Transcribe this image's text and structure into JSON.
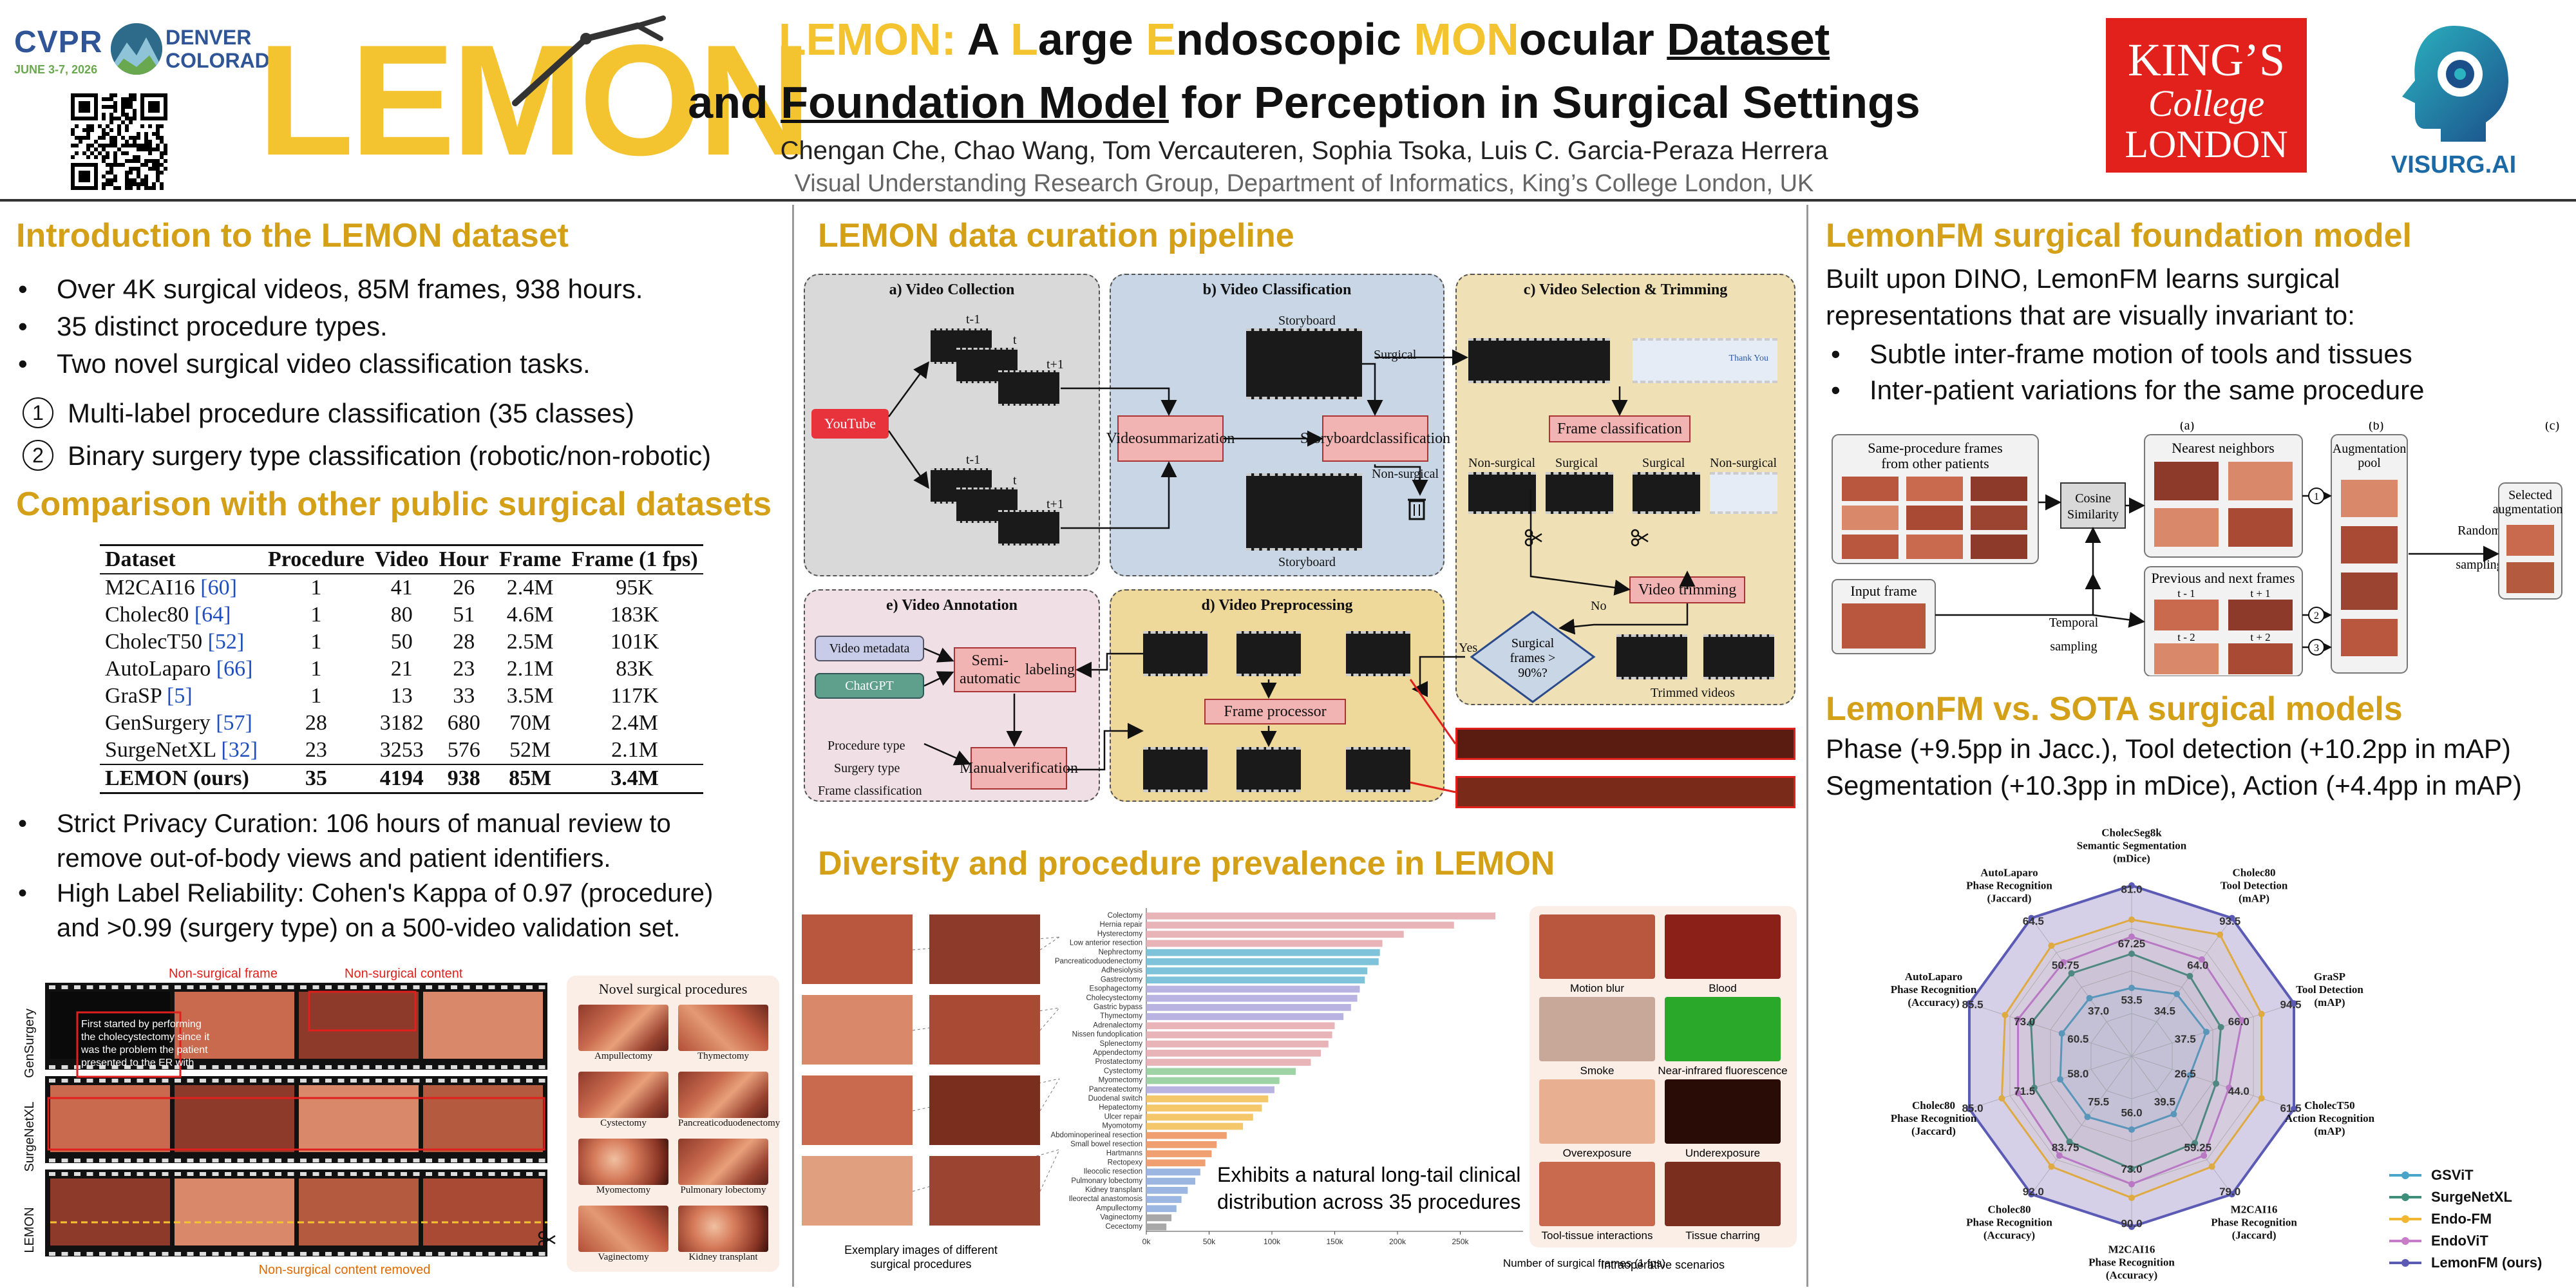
{
  "header": {
    "conf_name": "CVPR",
    "conf_date": "JUNE 3-7, 2026",
    "conf_city": [
      "DENVER",
      "COLORADO"
    ],
    "logo_word": "LEMON",
    "title_line1_parts": [
      "LEMON: ",
      "A ",
      "L",
      "arge ",
      "E",
      "ndoscopic ",
      "MON",
      "ocular ",
      "Dataset"
    ],
    "title_line2_parts": [
      "and ",
      "Foundation Model",
      " for Perception in Surgical Settings"
    ],
    "authors": "Chengan Che, Chao Wang, Tom Vercauteren, Sophia Tsoka, Luis C. Garcia-Peraza Herrera",
    "affiliation": "Visual Understanding Research Group, Department of Informatics, King’s College London, UK",
    "kcl": [
      "KING’S",
      "College",
      "LONDON"
    ],
    "visurg": "VISURG.AI"
  },
  "intro": {
    "heading": "Introduction to the LEMON dataset",
    "bullets": [
      "Over 4K surgical videos, 85M frames,  938 hours.",
      "35 distinct procedure types.",
      "Two novel surgical video classification tasks."
    ],
    "tasks": [
      {
        "num": "1",
        "text": "Multi-label procedure classification (35 classes)"
      },
      {
        "num": "2",
        "text": "Binary surgery type classification (robotic/non-robotic)"
      }
    ]
  },
  "comparison": {
    "heading": "Comparison with other public surgical datasets",
    "columns": [
      "Dataset",
      "Procedure",
      "Video",
      "Hour",
      "Frame",
      "Frame (1 fps)"
    ],
    "rows": [
      [
        "M2CAI16",
        "60",
        "1",
        "41",
        "26",
        "2.4M",
        "95K"
      ],
      [
        "Cholec80",
        "64",
        "1",
        "80",
        "51",
        "4.6M",
        "183K"
      ],
      [
        "CholecT50",
        "52",
        "1",
        "50",
        "28",
        "2.5M",
        "101K"
      ],
      [
        "AutoLaparo",
        "66",
        "1",
        "21",
        "23",
        "2.1M",
        "83K"
      ],
      [
        "GraSP",
        "5",
        "1",
        "13",
        "33",
        "3.5M",
        "117K"
      ],
      [
        "GenSurgery",
        "57",
        "28",
        "3182",
        "680",
        "70M",
        "2.4M"
      ],
      [
        "SurgeNetXL",
        "32",
        "23",
        "3253",
        "576",
        "52M",
        "2.1M"
      ]
    ],
    "last_row": {
      "name": "LEMON (",
      "bold": "ours",
      "close": ")",
      "values": [
        "35",
        "4194",
        "938",
        "85M",
        "3.4M"
      ]
    },
    "bullets": [
      [
        "Strict Privacy Curation: 106 hours of manual review to",
        "remove out-of-body views and patient identifiers."
      ],
      [
        "High Label Reliability: Cohen's Kappa of 0.97 (procedure)",
        "and >0.99 (surgery type) on a 500-video validation set."
      ]
    ]
  },
  "filmstrip": {
    "rows": [
      "GenSurgery",
      "SurgeNetXL",
      "LEMON"
    ],
    "top_labels": [
      "Non-surgical frame",
      "Non-surgical content"
    ],
    "bottom_label": "Non-surgical content removed",
    "text_overlay": [
      "First started by performing",
      "the cholecystectomy since it",
      "was the problem the patient",
      "presented to the ER with"
    ],
    "novel_title": "Novel surgical procedures",
    "novel": [
      "Ampullectomy",
      "Thymectomy",
      "Cystectomy",
      "Pancreaticoduodenectomy",
      "Myomectomy",
      "Pulmonary lobectomy",
      "Vaginectomy",
      "Kidney transplant"
    ]
  },
  "pipeline": {
    "heading": "LEMON data curation pipeline",
    "panels": {
      "a": "a) Video Collection",
      "b": "b) Video Classification",
      "c": "c) Video Selection & Trimming",
      "d": "d) Video Preprocessing",
      "e": "e) Video Annotation"
    },
    "youtube": "YouTube",
    "labels": {
      "t1": "t-1",
      "t": "t",
      "tp1": "t+1",
      "storyboard": "Storyboard",
      "surgical": "Surgical",
      "non_surgical": "Non-surgical",
      "no": "No",
      "yes": "Yes",
      "trimmed": "Trimmed videos",
      "video_metadata": "Video metadata",
      "chatgpt": "ChatGPT",
      "procedure_type": "Procedure type",
      "surgery_type": "Surgery type",
      "frame_classification": "Frame classification",
      "thank_you": "Thank You"
    },
    "boxes": {
      "video_summ": [
        "Video",
        "summarization"
      ],
      "storyboard_cls": [
        "Storyboard",
        "classification"
      ],
      "frame_cls": "Frame classification",
      "video_trim": "Video trimming",
      "decision": [
        "Surgical",
        "frames >",
        "90%?"
      ],
      "semi_auto": [
        "Semi-automatic",
        "labeling"
      ],
      "manual": [
        "Manual",
        "verification"
      ],
      "frame_proc": "Frame processor"
    }
  },
  "diversity": {
    "heading": "Diversity and procedure prevalence in LEMON",
    "left_caption": [
      "Exemplary images of different",
      "surgical procedures"
    ],
    "callout": [
      "Exhibits a natural long-tail clinical",
      "distribution across 35 procedures"
    ],
    "scenarios": [
      "Motion blur",
      "Blood",
      "Smoke",
      "Near-infrared fluorescence",
      "Overexposure",
      "Underexposure",
      "Tool-tissue interactions",
      "Tissue charring"
    ],
    "scenario_caption": "Intraoperative scenarios"
  },
  "chart_data": [
    {
      "type": "bar",
      "orientation": "horizontal",
      "xlabel": "Number of surgical frames (1 fps)",
      "xlim": [
        0,
        300000
      ],
      "xticks": [
        "0k",
        "50k",
        "100k",
        "150k",
        "200k",
        "250k"
      ],
      "xtick_values": [
        0,
        50000,
        100000,
        150000,
        200000,
        250000
      ],
      "categories": [
        "Colectomy",
        "Hernia repair",
        "Hysterectomy",
        "Low anterior resection",
        "Nephrectomy",
        "Pancreaticoduodenectomy",
        "Adhesiolysis",
        "Gastrectomy",
        "Esophagectomy",
        "Cholecystectomy",
        "Gastric bypass",
        "Thymectomy",
        "Adrenalectomy",
        "Nissen fundoplication",
        "Splenectomy",
        "Appendectomy",
        "Prostatectomy",
        "Cystectomy",
        "Myomectomy",
        "Pancreatectomy",
        "Duodenal switch",
        "Hepatectomy",
        "Ulcer repair",
        "Myomotomy",
        "Abdominoperineal resection",
        "Small bowel resection",
        "Hartmanns",
        "Rectopexy",
        "Ileocolic resection",
        "Pulmonary lobectomy",
        "Kidney transplant",
        "Ileorectal anastomosis",
        "Ampullectomy",
        "Vaginectomy",
        "Cecectomy"
      ],
      "values": [
        278000,
        245000,
        205000,
        188000,
        186000,
        185000,
        176000,
        174000,
        170000,
        168000,
        163000,
        157000,
        150000,
        148000,
        145000,
        139000,
        131000,
        119000,
        106000,
        102000,
        97000,
        92000,
        85000,
        77000,
        64000,
        56000,
        52000,
        47000,
        43000,
        39000,
        33000,
        28000,
        24000,
        20000,
        16000
      ],
      "colors": [
        "#e8b4b8",
        "#e8b4b8",
        "#e8b4b8",
        "#e8b4b8",
        "#7ec3d9",
        "#7ec3d9",
        "#7ec3d9",
        "#7ec3d9",
        "#b8b3e0",
        "#b8b3e0",
        "#b8b3e0",
        "#b8b3e0",
        "#e8b4b8",
        "#e8b4b8",
        "#e8b4b8",
        "#e8b4b8",
        "#e8b4b8",
        "#9ed3a6",
        "#9ed3a6",
        "#b8b3e0",
        "#f4c86a",
        "#f4c86a",
        "#f4c86a",
        "#f4c86a",
        "#f0a070",
        "#f0a070",
        "#f0a070",
        "#f0a070",
        "#9bb6e0",
        "#9bb6e0",
        "#9bb6e0",
        "#9bb6e0",
        "#9bb6e0",
        "#a8a8a8",
        "#a8a8a8"
      ]
    },
    {
      "type": "radar",
      "axes": [
        {
          "name": [
            "CholecSeg8k",
            "Semantic Segmentation",
            "(mDice)"
          ],
          "ticks": [
            "81.0",
            "67.25",
            "53.5"
          ]
        },
        {
          "name": [
            "Cholec80",
            "Tool Detection",
            "(mAP)"
          ],
          "ticks": [
            "93.5",
            "64.0",
            "34.5"
          ]
        },
        {
          "name": [
            "GraSP",
            "Tool Detection",
            "(mAP)"
          ],
          "ticks": [
            "94.5",
            "66.0",
            "37.5"
          ]
        },
        {
          "name": [
            "CholecT50",
            "Action Recognition",
            "(mAP)"
          ],
          "ticks": [
            "61.5",
            "44.0",
            "26.5"
          ]
        },
        {
          "name": [
            "M2CAI16",
            "Phase Recognition",
            "(Jaccard)"
          ],
          "ticks": [
            "79.0",
            "59.25",
            "39.5"
          ]
        },
        {
          "name": [
            "M2CAI16",
            "Phase Recognition",
            "(Accuracy)"
          ],
          "ticks": [
            "90.0",
            "73.0",
            "56.0"
          ]
        },
        {
          "name": [
            "Cholec80",
            "Phase Recognition",
            "(Accuracy)"
          ],
          "ticks": [
            "92.0",
            "83.75",
            "75.5"
          ]
        },
        {
          "name": [
            "Cholec80",
            "Phase Recognition",
            "(Jaccard)"
          ],
          "ticks": [
            "85.0",
            "71.5",
            "58.0"
          ]
        },
        {
          "name": [
            "AutoLaparo",
            "Phase Recognition",
            "(Accuracy)"
          ],
          "ticks": [
            "85.5",
            "73.0",
            "60.5"
          ]
        },
        {
          "name": [
            "AutoLaparo",
            "Phase Recognition",
            "(Jaccard)"
          ],
          "ticks": [
            "64.5",
            "50.75",
            "37.0"
          ]
        }
      ],
      "series": [
        {
          "name": "GSViT",
          "color": "#4aa3c8",
          "values": [
            0.4,
            0.45,
            0.46,
            0.36,
            0.42,
            0.43,
            0.44,
            0.44,
            0.43,
            0.42
          ]
        },
        {
          "name": "SurgeNetXL",
          "color": "#3d8f7a",
          "values": [
            0.6,
            0.58,
            0.55,
            0.52,
            0.63,
            0.66,
            0.62,
            0.6,
            0.62,
            0.6
          ]
        },
        {
          "name": "Endo-FM",
          "color": "#f2b632",
          "values": [
            0.8,
            0.88,
            0.8,
            0.8,
            0.8,
            0.83,
            0.8,
            0.8,
            0.78,
            0.8
          ]
        },
        {
          "name": "EndoViT",
          "color": "#c77dc7",
          "values": [
            0.7,
            0.7,
            0.68,
            0.6,
            0.72,
            0.75,
            0.72,
            0.7,
            0.7,
            0.68
          ]
        },
        {
          "name": "LemonFM (ours)",
          "color": "#5b5bb5",
          "values": [
            1.0,
            1.0,
            1.0,
            1.0,
            1.0,
            1.0,
            1.0,
            1.0,
            1.0,
            1.0
          ]
        }
      ],
      "legend_position": "bottom-right"
    }
  ],
  "foundation": {
    "heading": "LemonFM surgical foundation model",
    "desc": [
      "Built upon DINO, LemonFM learns surgical",
      "representations that are visually invariant to:"
    ],
    "bullets": [
      "Subtle inter-frame motion of tools and tissues",
      "Inter-patient variations for the same procedure"
    ],
    "diagram": {
      "panel_labels": [
        "(a)",
        "(b)",
        "(c)"
      ],
      "same_proc": [
        "Same-procedure frames",
        "from other patients"
      ],
      "cosine": [
        "Cosine",
        "Similarity"
      ],
      "nearest": "Nearest neighbors",
      "input_frame": "Input frame",
      "temporal": [
        "Temporal",
        "sampling"
      ],
      "prev_next": "Previous and next frames",
      "frame_tags": [
        "t - 1",
        "t + 1",
        "t - 2",
        "t + 2"
      ],
      "aug_pool": [
        "Augmentation",
        "pool"
      ],
      "random": [
        "Random",
        "sampling"
      ],
      "selected": [
        "Selected",
        "augmentations"
      ],
      "circles": [
        "1",
        "2",
        "3"
      ]
    }
  },
  "sota": {
    "heading": "LemonFM vs. SOTA surgical models",
    "lines": [
      "Phase (+9.5pp in Jacc.), Tool detection (+10.2pp in mAP)",
      "Segmentation (+10.3pp in mDice), Action (+4.4pp in mAP)"
    ]
  }
}
